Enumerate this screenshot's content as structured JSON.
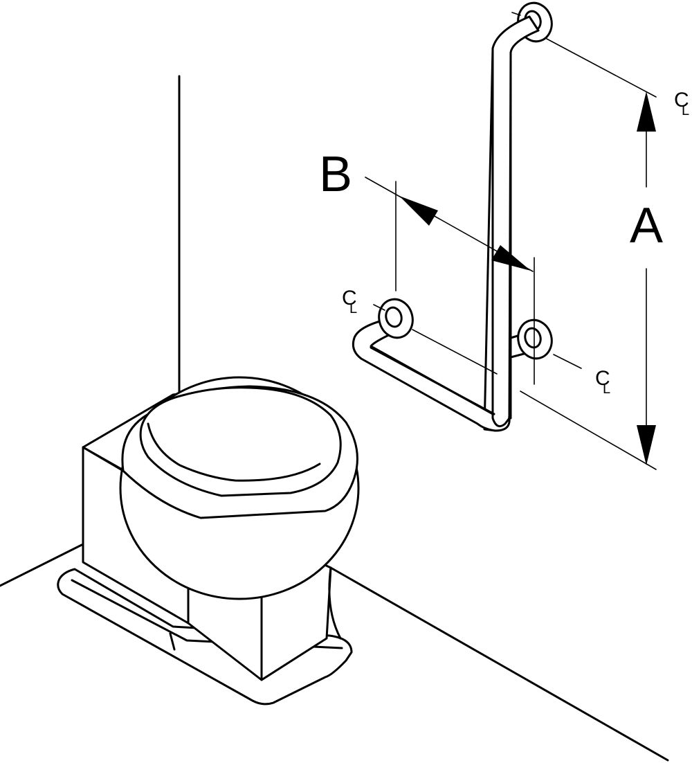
{
  "labels": {
    "dim_a": "A",
    "dim_b": "B",
    "centerline_c": "C",
    "centerline_l": "L"
  },
  "colors": {
    "line": "#000000",
    "background": "#ffffff"
  }
}
